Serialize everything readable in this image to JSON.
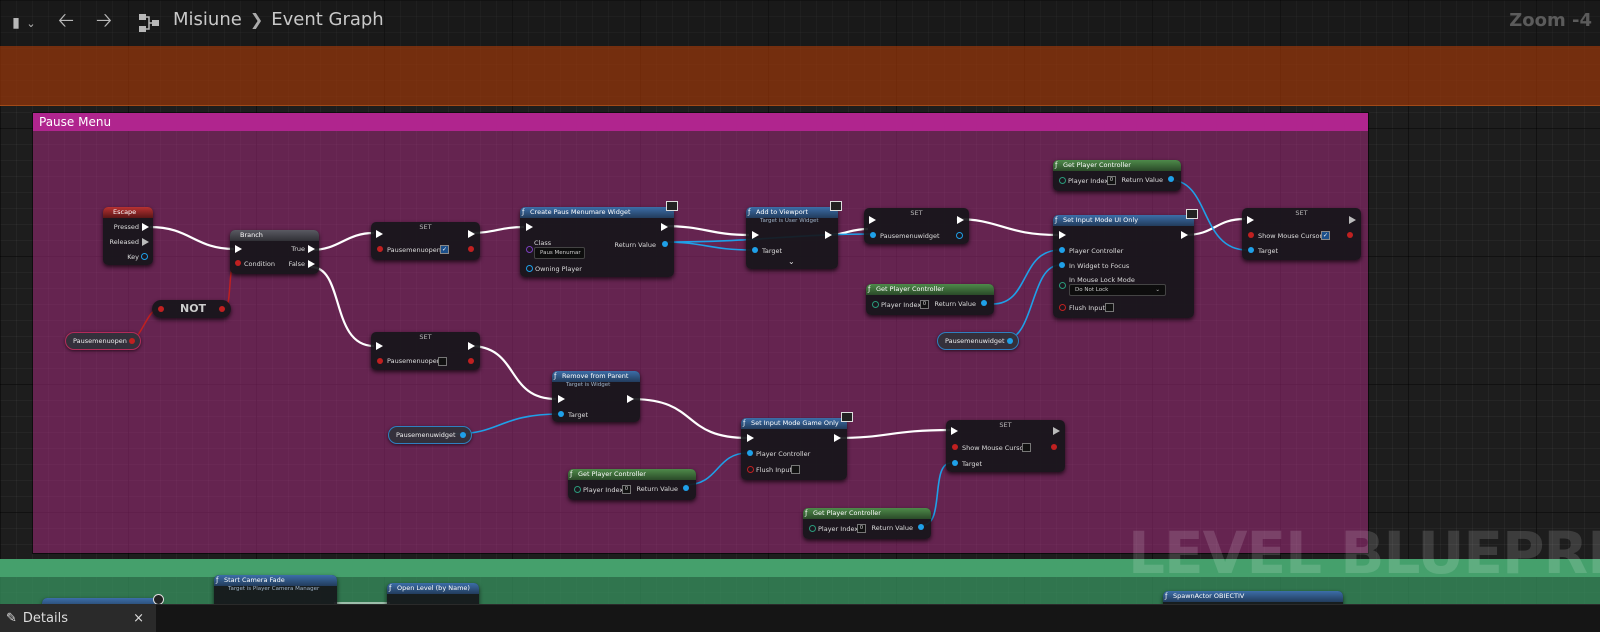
{
  "toolbar": {
    "breadcrumb": [
      "Misiune",
      "Event Graph"
    ],
    "zoom": "Zoom -4",
    "icons": [
      "bookmark-icon",
      "chevron-down-icon",
      "back-arrow-icon",
      "forward-arrow-icon",
      "graph-icon"
    ]
  },
  "comments": {
    "pause": "Pause Menu",
    "orange": "",
    "green": ""
  },
  "nodes": {
    "escape": {
      "title": "Escape",
      "pins": [
        "Pressed",
        "Released",
        "Key"
      ]
    },
    "branch": {
      "title": "Branch",
      "condition": "Condition",
      "true": "True",
      "false": "False"
    },
    "not": {
      "title": "NOT"
    },
    "var_pausemenuopen": "Pausemenuopen",
    "set1": {
      "title": "SET",
      "pin": "Pausemenuopen"
    },
    "set2": {
      "title": "SET",
      "pin": "Pausemenuopen"
    },
    "create_widget": {
      "title": "Create Paus Menumare Widget",
      "class_label": "Class",
      "class_value": "Paus Menumar",
      "owning_player": "Owning Player",
      "return_value": "Return Value"
    },
    "add_viewport": {
      "title": "Add to Viewport",
      "subtitle": "Target is User Widget",
      "target": "Target"
    },
    "set3": {
      "title": "SET",
      "pin": "Pausemenuwidget"
    },
    "get_pc1": {
      "title": "Get Player Controller",
      "player_index": "Player Index",
      "index_value": "0",
      "return_value": "Return Value"
    },
    "set_input_ui": {
      "title": "Set Input Mode UI Only",
      "player_controller": "Player Controller",
      "widget_focus": "In Widget to Focus",
      "lock_mode": "In Mouse Lock Mode",
      "lock_value": "Do Not Lock",
      "flush": "Flush Input"
    },
    "set4": {
      "title": "SET",
      "pin": "Show Mouse Cursor",
      "target": "Target"
    },
    "get_pc2": {
      "title": "Get Player Controller",
      "player_index": "Player Index",
      "index_value": "0",
      "return_value": "Return Value"
    },
    "var_pausemenuwidget1": "Pausemenuwidget",
    "remove_parent": {
      "title": "Remove from Parent",
      "subtitle": "Target is Widget",
      "target": "Target"
    },
    "var_pausemenuwidget2": "Pausemenuwidget",
    "set_input_game": {
      "title": "Set Input Mode Game Only",
      "player_controller": "Player Controller",
      "flush": "Flush Input"
    },
    "set5": {
      "title": "SET",
      "pin": "Show Mouse Cursor",
      "target": "Target"
    },
    "get_pc3": {
      "title": "Get Player Controller",
      "player_index": "Player Index",
      "index_value": "0",
      "return_value": "Return Value"
    },
    "get_pc4": {
      "title": "Get Player Controller",
      "player_index": "Player Index",
      "index_value": "0",
      "return_value": "Return Value"
    },
    "camera_fade": {
      "title": "Start Camera Fade",
      "subtitle": "Target is Player Camera Manager"
    },
    "open_level": {
      "title": "Open Level (by Name)"
    },
    "spawn_actor": {
      "title": "SpawnActor OBIECTIV"
    }
  },
  "watermark": "LEVEL BLUEPRINT",
  "details_tab": {
    "label": "Details",
    "close": "×"
  }
}
